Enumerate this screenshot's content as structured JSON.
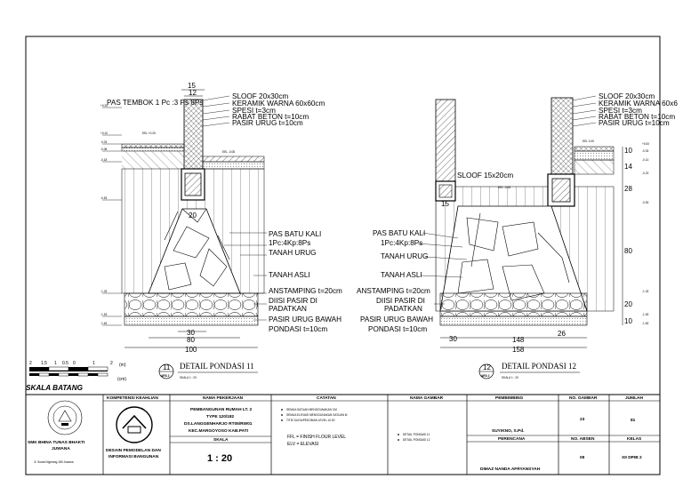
{
  "detail_11": {
    "number": "11",
    "sheet_ref": "ARS 2",
    "title": "DETAIL PONDASI 11",
    "scale": "SKALA   1 : 20",
    "labels": {
      "pas_tembok": "PAS TEMBOK 1 Pc :3 Ps  8Ps",
      "sloof": "SLOOF 20x30cm",
      "keramik": "KERAMIK WARNA 60x60cm",
      "spesi": "SPESI t=3cm",
      "rabat": "RABAT BETON t=10cm",
      "pasir_urug": "PASIR URUG t=10cm",
      "pas_batu_kali": "PAS BATU KALI",
      "mix": "1Pc:4Kp:8Ps",
      "tanah_urug": "TANAH URUG",
      "tanah_asli": "TANAH ASLI",
      "anstamping": "ANSTAMPING t=20cm",
      "diisi_1": "DIISI PASIR DI",
      "diisi_2": "PADATKAN",
      "pasir_bawah_1": "PASIR URUG BAWAH",
      "pasir_bawah_2": "PONDASI t=10cm"
    },
    "dims": {
      "top_15": "15",
      "top_12": "12",
      "mid_20": "20",
      "w_30": "30",
      "w_80": "80",
      "w_100": "100"
    },
    "levels": {
      "l1": "+0.25",
      "l2": "+0.10",
      "l3": "-0.03",
      "l4": "-0.08",
      "l5": "-0.18",
      "l6": "-0.53",
      "l7": "-1.33",
      "l8": "-1.53",
      "l9": "-1.63"
    },
    "tags": {
      "a": "EEL +0.25",
      "b": "EEL -0.08"
    }
  },
  "detail_12": {
    "number": "12",
    "sheet_ref": "ARS 2",
    "title": "DETAIL PONDASI 12",
    "scale": "SKALA   1 : 20",
    "labels": {
      "sloof": "SLOOF 20x30cm",
      "keramik": "KERAMIK WARNA 60x6",
      "spesi": "SPESI t=3cm",
      "rabat": "RABAT BETON t=10cm",
      "pasir_urug": "PASIR URUG t=10cm",
      "sloof_small": "SLOOF 15x20cm",
      "pas_batu_kali": "PAS BATU KALI",
      "mix": "1Pc:4Kp:8Ps",
      "tanah_urug": "TANAH URUG",
      "tanah_asli": "TANAH ASLI",
      "anstamping": "ANSTAMPING t=20cm",
      "diisi_1": "DIISI PASIR DI",
      "diisi_2": "PADATKAN",
      "pasir_bawah_1": "PASIR URUG BAWAH",
      "pasir_bawah_2": "PONDASI t=10cm"
    },
    "dims": {
      "w_30": "30",
      "w_148": "148",
      "w_26": "26",
      "w_158": "158",
      "v_10a": "10",
      "v_14": "14",
      "v_28": "28",
      "v_80": "80",
      "v_20": "20",
      "v_10b": "10",
      "v_15": "15"
    },
    "levels": {
      "l1": "+0.00",
      "l2": "-0.03",
      "l3": "-0.13",
      "l4": "-0.23",
      "l5": "-0.53",
      "l6": "-1.33",
      "l7": "-1.53",
      "l8": "-1.63"
    },
    "tags": {
      "a": "EEL 0.00",
      "b": "EEL -0.28"
    }
  },
  "scale_bar": {
    "ticks": [
      "2",
      "1.5",
      "1",
      "0.5",
      "0",
      "1",
      "2"
    ],
    "unit_m": "(m)",
    "unit_cm": "(cm)",
    "label": "SKALA BATANG"
  },
  "title_block": {
    "school": "SMK BHINA TUNAS BHAKTI",
    "school_city": "JUWANA",
    "school_address": "Jl. Surani Ngerang 180 Juwana",
    "kompetensi_header": "KOMPETENSI KEAHLIAN",
    "kompetensi_1": "DESAIN PEMODELAN DAN",
    "kompetensi_2": "INFORMASI BANGUNAN",
    "pekerjaan_header": "NAMA PEKERJAAN",
    "pekerjaan_1": "PEMBANGUNAN  RUMAH LT. 2",
    "pekerjaan_2": "TYPE 120/182",
    "pekerjaan_3": "DS.LANGGENHARJO RT05/RW01",
    "pekerjaan_4": "KEC.MARGOYOSO KAB.PATI",
    "skala_header": "SKALA",
    "skala_value": "1 : 20",
    "catatan_header": "CATATAN",
    "catatan_1": "SEMUA SATUAN MENGGUNAKAN CM",
    "catatan_2": "SEMUA ELEVASI  MENGGUNAKAN SATUAN M",
    "catatan_3": "TITIK DUGA/PEDOMAN LEVEL ±0.00",
    "catatan_4": "FFL = FINISH FLOUR LEVEL",
    "catatan_5": "ELV = ELEVASI",
    "gambar_header": "NAMA GAMBAR",
    "gambar_1": "DETAIL PONDASI 11",
    "gambar_2": "DETAIL PONDASI 12",
    "pembimbing_header": "PEMBIMBING",
    "pembimbing_name": "SUYIKNO, S.Pd.",
    "perencana_header": "PERENCANA",
    "perencana_name": "DIMAZ NANDA AFRYANSYAH",
    "no_gambar_header": "NO. GAMBAR",
    "no_gambar": "23",
    "jumlah_header": "JUMLAH",
    "jumlah": "81",
    "no_absen_header": "NO. ABSEN",
    "no_absen": "09",
    "kelas_header": "KELAS",
    "kelas": "XII DPIB 2"
  }
}
